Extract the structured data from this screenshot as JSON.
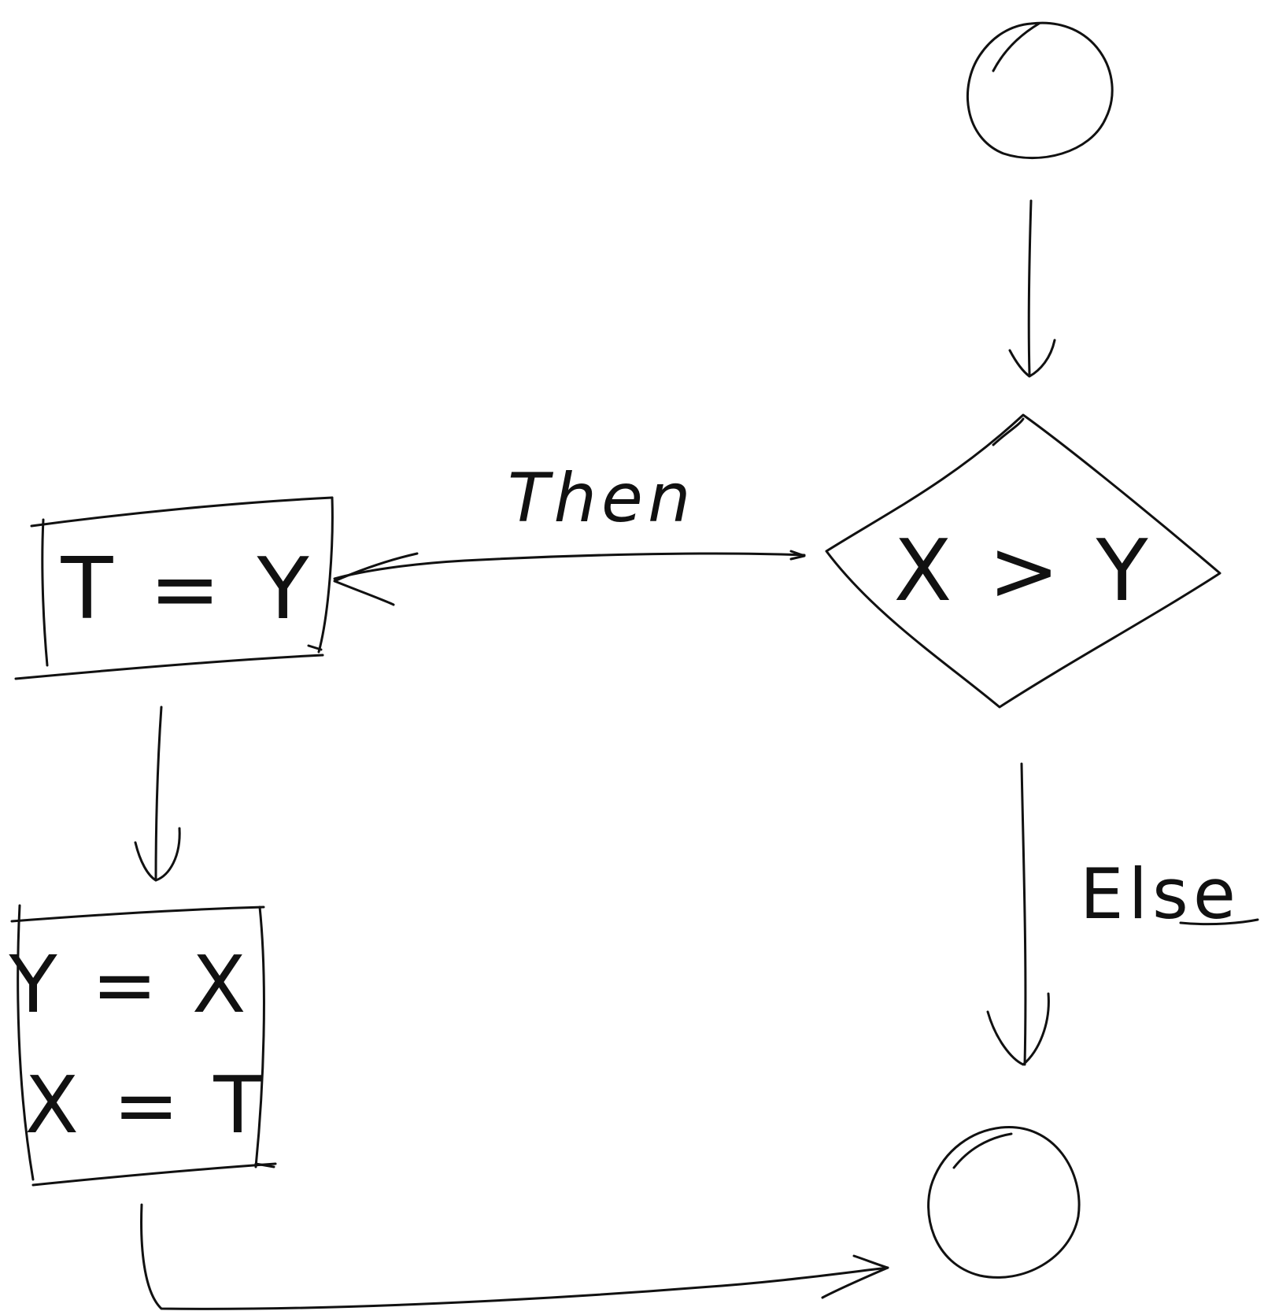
{
  "nodes": {
    "start": {
      "shape": "circle"
    },
    "decision": {
      "shape": "diamond",
      "text": "X > Y"
    },
    "swap_step_1": {
      "shape": "rectangle",
      "text": "T = Y"
    },
    "swap_step_2": {
      "shape": "rectangle",
      "lines": [
        "Y = X",
        "X = T"
      ]
    },
    "end": {
      "shape": "circle"
    }
  },
  "edges": {
    "then_label": "Then",
    "else_label": "Else"
  },
  "colors": {
    "ink": "#111111",
    "background": "#ffffff"
  }
}
